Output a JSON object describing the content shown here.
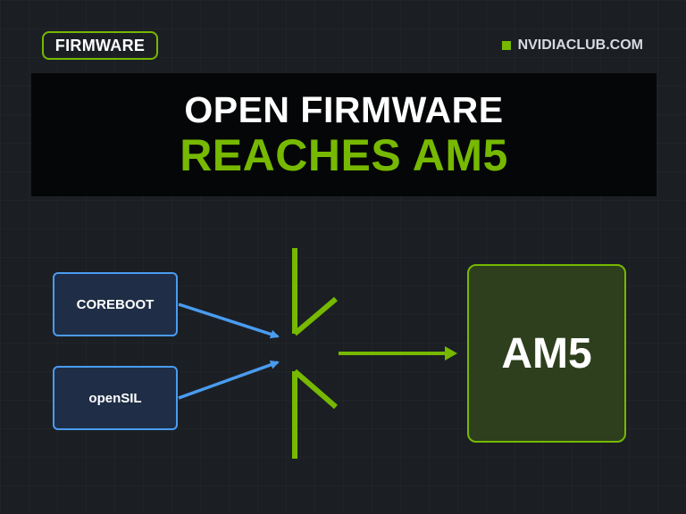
{
  "tag": {
    "label": "FIRMWARE"
  },
  "site": {
    "label": "NVIDIACLUB.COM"
  },
  "headline": {
    "line1": "OPEN FIRMWARE",
    "line2": "REACHES AM5"
  },
  "sources": [
    {
      "label": "COREBOOT"
    },
    {
      "label": "openSIL"
    }
  ],
  "target": {
    "label": "AM5"
  },
  "colors": {
    "accent": "#76b900",
    "blue": "#4a9cf0",
    "background": "#1b1f24"
  },
  "icons": {
    "merge": "merge-bracket-icon"
  }
}
